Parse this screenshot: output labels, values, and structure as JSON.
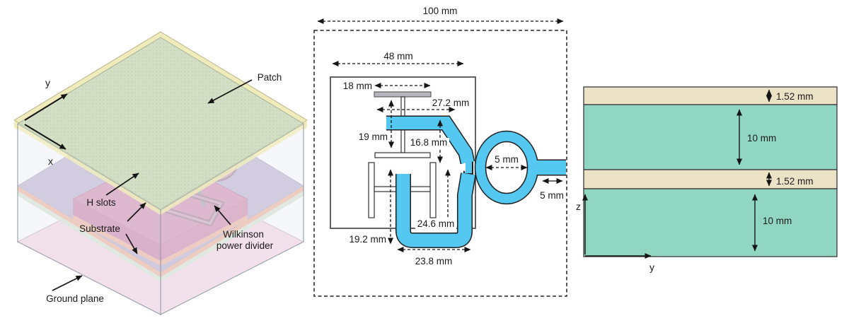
{
  "figure": {
    "description": "Stacked-patch antenna fed by Wilkinson power divider: 3D exploded view, top view with dimensions, and layer cross-section",
    "background": "#ffffff"
  },
  "colors": {
    "trace_blue": "#55c8f2",
    "trace_outline": "#1f1f1f",
    "superstrate_green": "#cdddc7",
    "rim_yellow": "#f0ebba",
    "patch_red": "rgba(228,92,88,0.42)",
    "patch_edge": "#e0714f",
    "layer_purple": "#a295bc",
    "substrate_magenta": "#cb74a0",
    "magenta_side": "#bf6594",
    "salmon_edge": "#eb9f83",
    "green_edge": "#cfdec8",
    "ground_pink": "#f7cede",
    "side_gray": "rgba(238,240,246,0.55)",
    "slot_gray": "#8a8894",
    "divider_rose": "#8c5f79",
    "divider_rose_light": "#c08fa8",
    "substrate_tan": "#ece2c6",
    "foam_teal": "#91d6c0",
    "bar_fill_gray": "#b5b5be"
  },
  "isometric": {
    "axis_y": "y",
    "axis_x": "x",
    "patch": "Patch",
    "h_slots": "H slots",
    "substrate": "Substrate",
    "wilkinson_line1": "Wilkinson",
    "wilkinson_line2": "power divider",
    "ground_plane": "Ground plane"
  },
  "top_view": {
    "overall_width": "100 mm",
    "patch_width": "48 mm",
    "slot_bar_length": "18 mm",
    "feed_offset": "27.2 mm",
    "slot_height": "19 mm",
    "feed_to_slot_gap": "16.8 mm",
    "ring_inner_diameter": "5 mm",
    "output_stub_length": "5 mm",
    "loop_height": "24.6 mm",
    "lower_slot_height": "19.2 mm",
    "loop_width": "23.8 mm"
  },
  "cross_section": {
    "substrate1_thickness": "1.52 mm",
    "gap1_thickness": "10 mm",
    "substrate2_thickness": "1.52 mm",
    "gap2_thickness": "10 mm",
    "axis_z": "z",
    "axis_y": "y"
  }
}
